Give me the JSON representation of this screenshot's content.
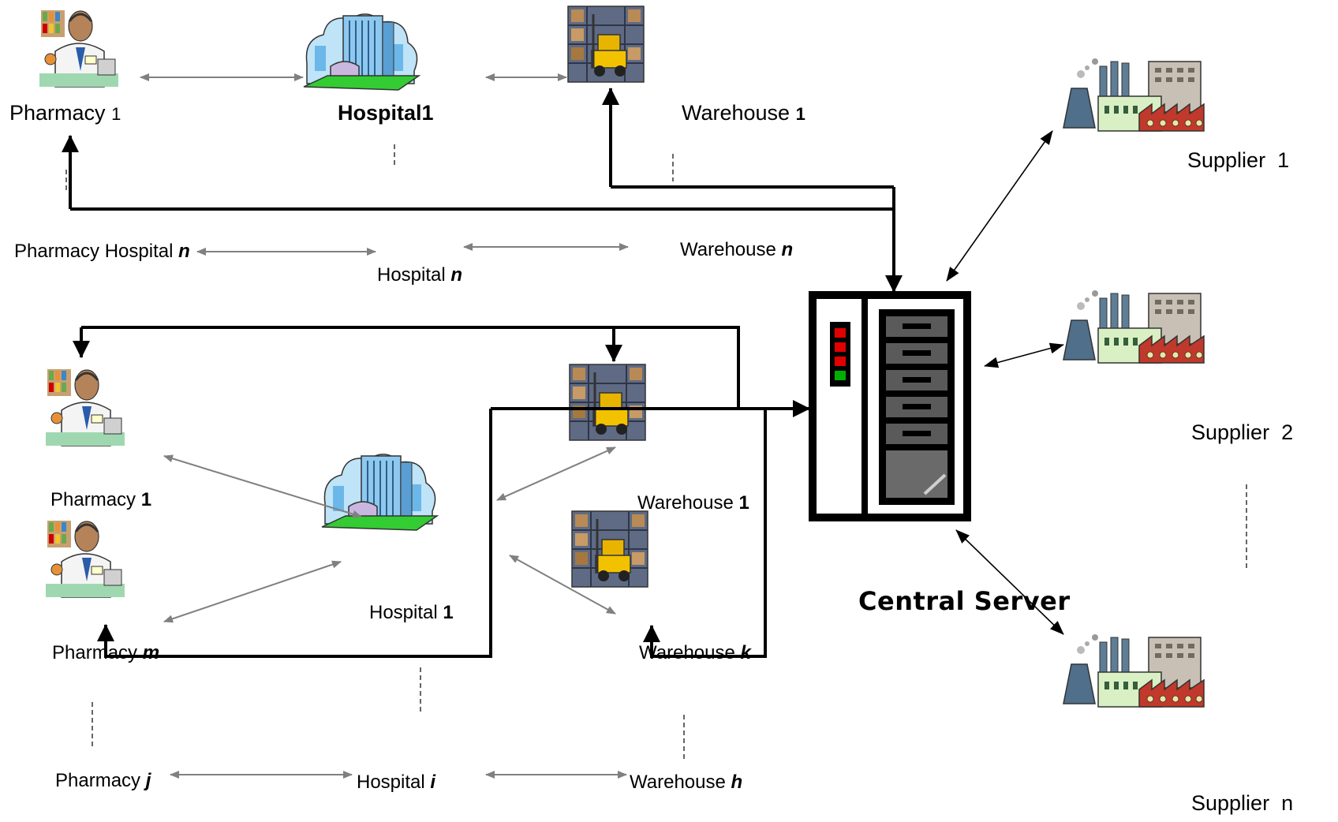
{
  "nodes": {
    "pharmacy_top": {
      "name": "Pharmacy",
      "num": "1"
    },
    "hospital_top": {
      "label": "Hospital1"
    },
    "warehouse_top": {
      "name": "Warehouse",
      "num": "1"
    },
    "pharmacy_hospital_n": {
      "name": "Pharmacy Hospital",
      "num": "n"
    },
    "hospital_n": {
      "name": "Hospital",
      "num": "n"
    },
    "warehouse_n": {
      "name": "Warehouse",
      "num": "n"
    },
    "pharmacy_1": {
      "name": "Pharmacy",
      "num": "1"
    },
    "pharmacy_m": {
      "name": "Pharmacy",
      "num": "m"
    },
    "hospital_1": {
      "name": "Hospital",
      "num": "1"
    },
    "warehouse_1": {
      "name": "Warehouse",
      "num": "1"
    },
    "warehouse_k": {
      "name": "Warehouse",
      "num": "k"
    },
    "pharmacy_j": {
      "name": "Pharmacy",
      "num": "j"
    },
    "hospital_i": {
      "name": "Hospital",
      "num": "i"
    },
    "warehouse_h": {
      "name": "Warehouse",
      "num": "h"
    },
    "central_server": {
      "label": "Central Server"
    },
    "supplier_1": {
      "label": "Supplier  1"
    },
    "supplier_2": {
      "label": "Supplier  2"
    },
    "supplier_n": {
      "label": "Supplier  n"
    }
  },
  "colors": {
    "thick_line": "#000000",
    "gray_arrow": "#808080",
    "server_frame": "#000000",
    "server_led_red": "#e00000",
    "server_led_green": "#00b000",
    "factory_red": "#c0392b",
    "building_blue": "#5fa8e0"
  }
}
